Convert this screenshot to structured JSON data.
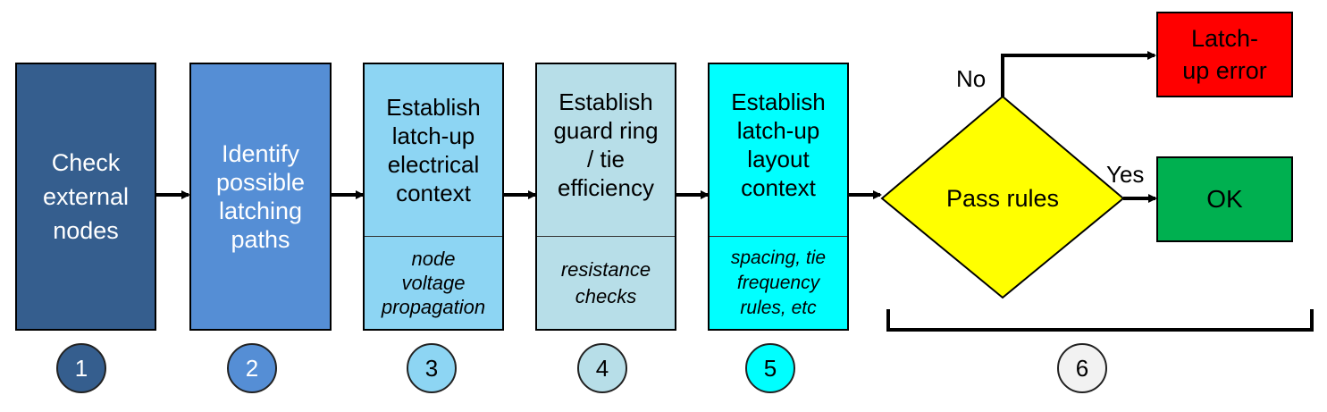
{
  "steps": [
    {
      "num": "1",
      "title": "Check\nexternal\nnodes",
      "sub": "",
      "fill": "#355E8E",
      "text_color": "#ffffff"
    },
    {
      "num": "2",
      "title": "Identify\npossible\nlatching\npaths",
      "sub": "",
      "fill": "#558ED5",
      "text_color": "#ffffff"
    },
    {
      "num": "3",
      "title": "Establish\nlatch-up\nelectrical\ncontext",
      "sub": "node\nvoltage\npropagation",
      "fill": "#8DD5F3",
      "text_color": "#000000"
    },
    {
      "num": "4",
      "title": "Establish\nguard ring\n/ tie\nefficiency",
      "sub": "resistance\nchecks",
      "fill": "#B7DEE8",
      "text_color": "#000000"
    },
    {
      "num": "5",
      "title": "Establish\nlatch-up\nlayout\ncontext",
      "sub": "spacing, tie\nfrequency\nrules, etc",
      "fill": "#00FFFF",
      "text_color": "#000000"
    }
  ],
  "decision": {
    "label": "Pass rules",
    "fill": "#FFFF00",
    "num": "6"
  },
  "branches": {
    "no_label": "No",
    "yes_label": "Yes",
    "error_box": {
      "label": "Latch-\nup error",
      "fill": "#FF0000"
    },
    "ok_box": {
      "label": "OK",
      "fill": "#00B050"
    }
  },
  "circle_colors": [
    "#355E8E",
    "#558ED5",
    "#8DD5F3",
    "#B7DEE8",
    "#00FFFF",
    "#F2F2F2"
  ],
  "circle_text_colors": [
    "#ffffff",
    "#ffffff",
    "#000000",
    "#000000",
    "#000000",
    "#000000"
  ]
}
